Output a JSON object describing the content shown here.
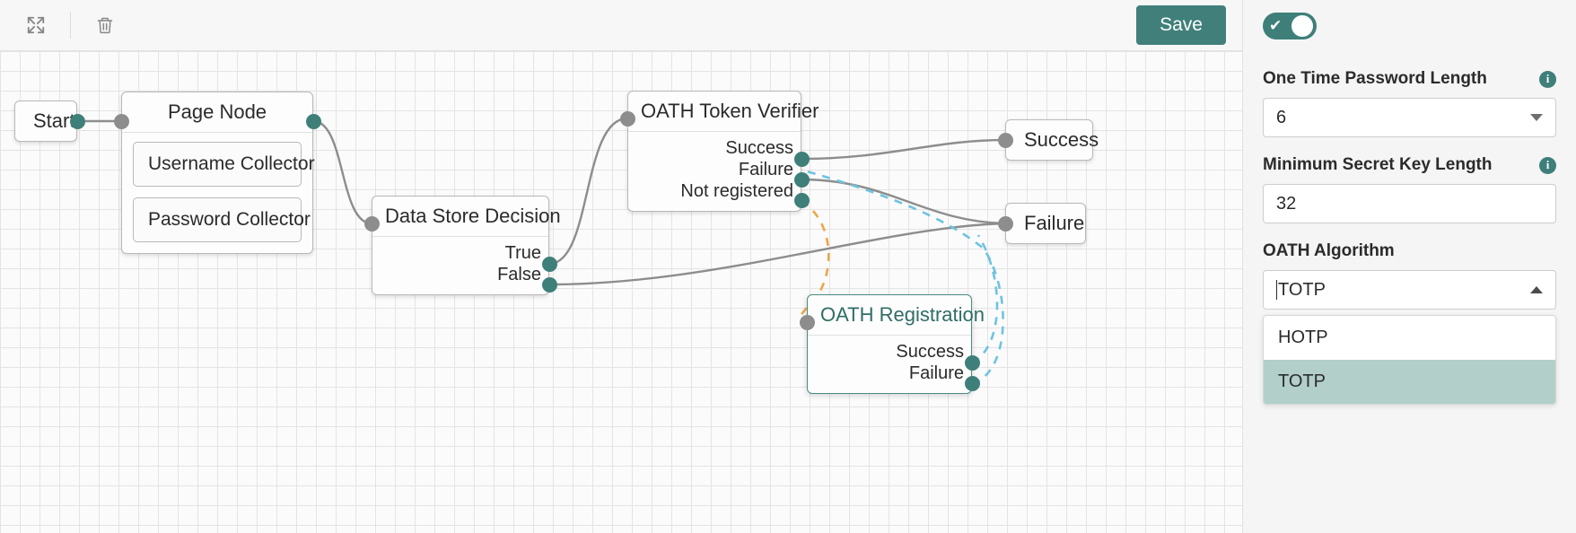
{
  "toolbar": {
    "expand_icon": "expand-arrows-icon",
    "delete_icon": "trash-icon",
    "save_label": "Save",
    "save_color": "#41807a"
  },
  "canvas": {
    "nodes": [
      {
        "id": "start",
        "title": "Start",
        "type": "terminal"
      },
      {
        "id": "page",
        "title": "Page Node",
        "type": "container",
        "children": [
          "Username Collector",
          "Password Collector"
        ]
      },
      {
        "id": "decision",
        "title": "Data Store Decision",
        "type": "ports",
        "outputs": [
          "True",
          "False"
        ]
      },
      {
        "id": "verifier",
        "title": "OATH Token Verifier",
        "type": "ports",
        "outputs": [
          "Success",
          "Failure",
          "Not registered"
        ]
      },
      {
        "id": "registration",
        "title": "OATH Registration",
        "type": "ports",
        "outputs": [
          "Success",
          "Failure"
        ],
        "selected": true
      },
      {
        "id": "success",
        "title": "Success",
        "type": "terminal"
      },
      {
        "id": "failure",
        "title": "Failure",
        "type": "terminal"
      }
    ],
    "edge_colors": {
      "solid": "#8d8d8d",
      "dashed_blue": "#6ec3e0",
      "dashed_orange": "#eda64a"
    },
    "selected_color": "#4a8b85",
    "port_teal": "#3f7f79",
    "port_gray": "#8d8d8d"
  },
  "panel": {
    "toggle": {
      "enabled": true,
      "color": "#3f7f79",
      "check_glyph": "✔"
    },
    "info_color": "#3f7f79",
    "fields": [
      {
        "label": "One Time Password Length",
        "value": "6",
        "control": "select",
        "info": true
      },
      {
        "label": "Minimum Secret Key Length",
        "value": "32",
        "control": "text",
        "info": false
      },
      {
        "label": "OATH Algorithm",
        "value": "TOTP",
        "control": "combobox",
        "info": false,
        "open": true,
        "options": [
          {
            "label": "HOTP",
            "selected": false
          },
          {
            "label": "TOTP",
            "selected": true
          }
        ],
        "highlight_color": "#b2cfca"
      }
    ]
  }
}
